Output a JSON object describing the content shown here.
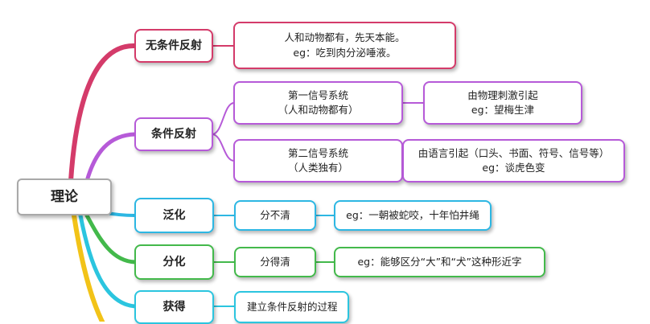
{
  "colors": {
    "red": "#d43b6a",
    "purple": "#b65ad8",
    "blue": "#2db7e3",
    "green": "#43b94b",
    "cyan": "#2bc5df",
    "yellow": "#f2c318",
    "gray": "#a9a9a9"
  },
  "root": {
    "label": "理论"
  },
  "branches": [
    {
      "label": "无条件反射",
      "detail": {
        "line1": "人和动物都有，先天本能。",
        "line2": "eg：吃到肉分泌唾液。"
      }
    },
    {
      "label": "条件反射",
      "children": [
        {
          "line1": "第一信号系统",
          "line2": "（人和动物都有）",
          "detail": {
            "line1": "由物理刺激引起",
            "line2": "eg：望梅生津"
          }
        },
        {
          "line1": "第二信号系统",
          "line2": "（人类独有）",
          "detail": {
            "line1": "由语言引起（口头、书面、符号、信号等）",
            "line2": "eg：谈虎色变"
          }
        }
      ]
    },
    {
      "label": "泛化",
      "sub": "分不清",
      "detail": "eg：一朝被蛇咬，十年怕井绳"
    },
    {
      "label": "分化",
      "sub": "分得清",
      "detail": "eg：能够区分“大”和“犬”这种形近字"
    },
    {
      "label": "获得",
      "sub": "建立条件反射的过程"
    }
  ]
}
